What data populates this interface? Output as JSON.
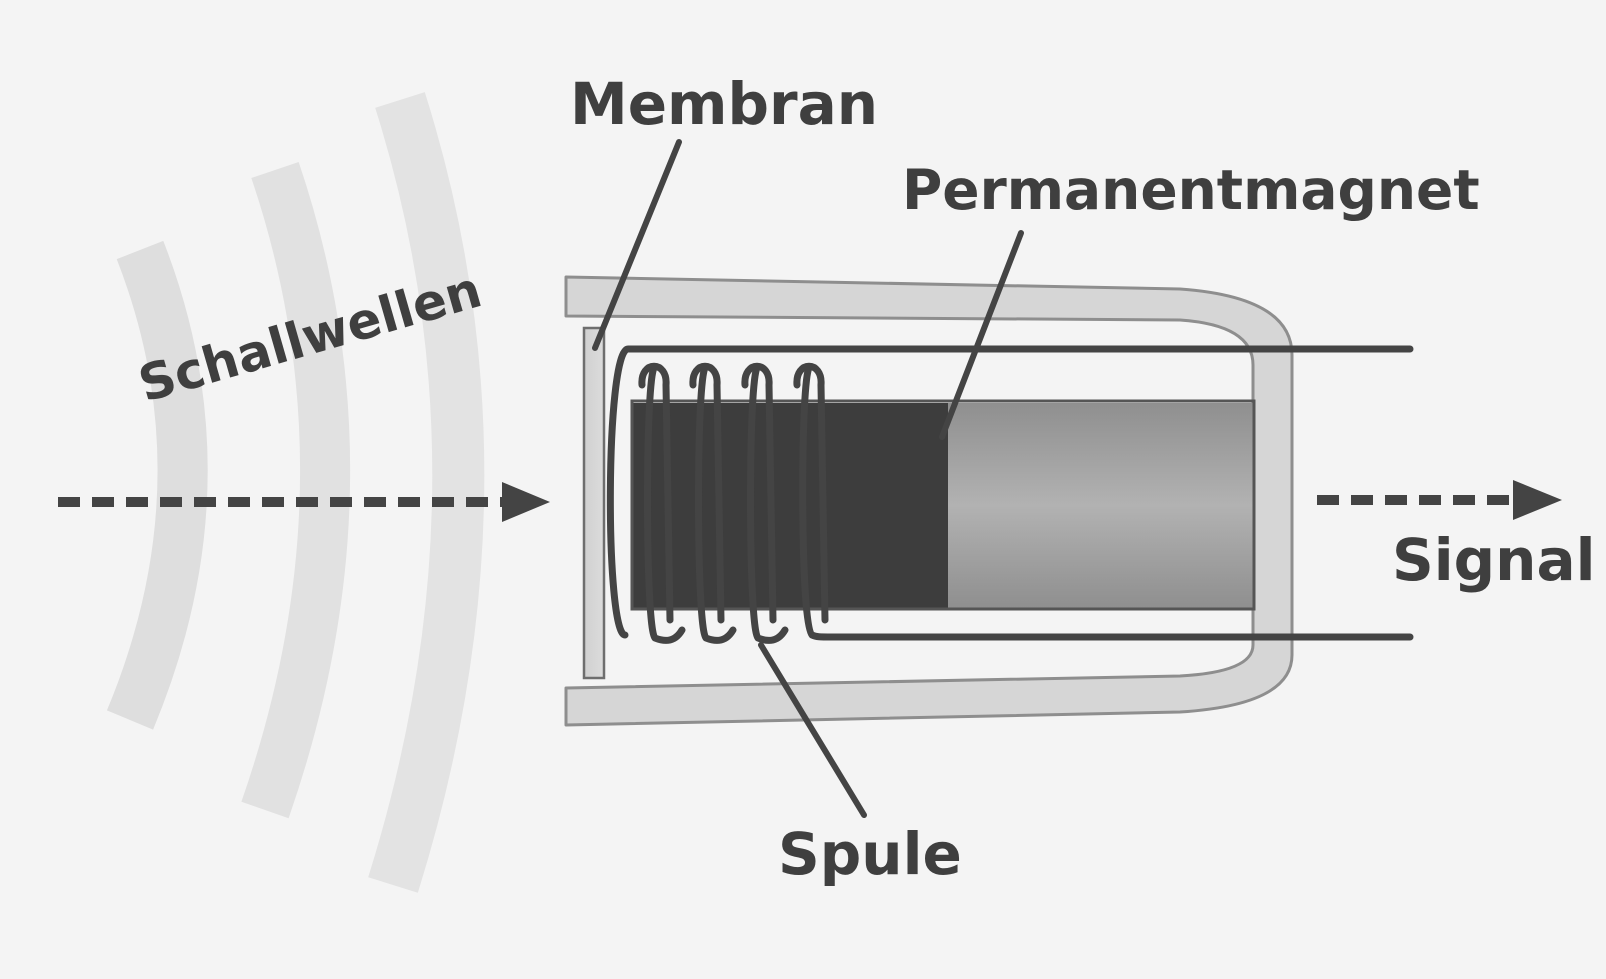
{
  "diagram": {
    "labels": {
      "sound_waves": "Schallwellen",
      "membrane": "Membran",
      "magnet": "Permanentmagnet",
      "coil": "Spule",
      "signal": "Signal"
    },
    "colors": {
      "background": "#f4f4f4",
      "wave": "#dedede",
      "housing_fill": "#d6d6d6",
      "housing_stroke": "#8e8e8e",
      "magnet_dark": "#3d3d3d",
      "magnet_light": "#a8a8a8",
      "line": "#444444",
      "text": "#3f3f3f"
    }
  }
}
